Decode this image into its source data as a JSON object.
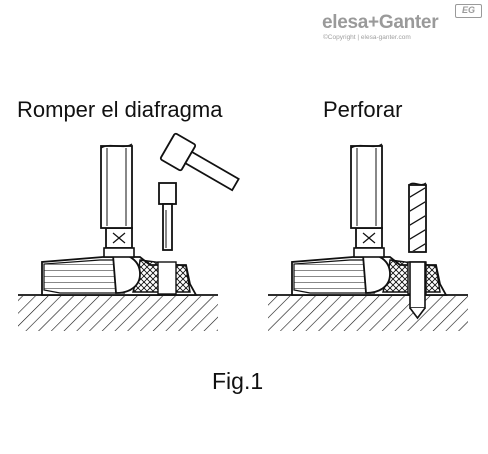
{
  "header": {
    "logo_badge": "EG",
    "brand_name": "elesa+Ganter",
    "copyright": "©Copyright | elesa-ganter.com"
  },
  "panels": [
    {
      "caption": "Romper el diafragma"
    },
    {
      "caption": "Perforar"
    }
  ],
  "figure_label": "Fig.1"
}
